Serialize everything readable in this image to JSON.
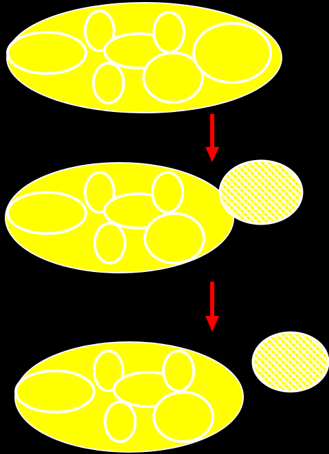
{
  "colors": {
    "background": "#000000",
    "body_fill": "#ffff00",
    "outline": "#ffffff",
    "arrow": "#ff0000",
    "bud_pattern": "checkered-yellow-white"
  },
  "stages": [
    {
      "step": 1,
      "bud": "none"
    },
    {
      "step": 2,
      "bud": "attached"
    },
    {
      "step": 3,
      "bud": "detached"
    }
  ],
  "arrows": [
    {
      "from_step": 1,
      "to_step": 2,
      "icon": "down-arrow-icon"
    },
    {
      "from_step": 2,
      "to_step": 3,
      "icon": "down-arrow-icon"
    }
  ]
}
